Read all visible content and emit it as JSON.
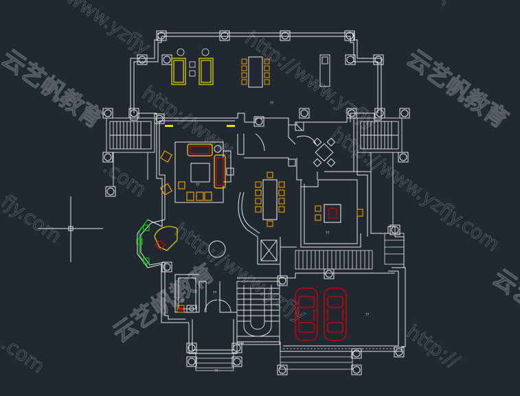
{
  "watermark": {
    "url": "http://www.yzfjy.com",
    "brand": "云艺帆教育",
    "url_fragments": [
      "www.yzfjy",
      "http://www.yzfjy",
      "http://www.yzfjy.com",
      "fjy.com",
      "yzfjy.com",
      "http://www.",
      ".com",
      "http://"
    ]
  },
  "room_markers": [
    "??",
    "??",
    "??",
    "??",
    "??",
    "??",
    "??"
  ],
  "colors": {
    "background": "#222831",
    "wall": "#e6e6e6",
    "furniture_yellow": "#e8e000",
    "furniture_orange": "#f0a000",
    "furniture_red": "#e00000",
    "window_green": "#00d000",
    "watermark": "#8a8f96"
  }
}
